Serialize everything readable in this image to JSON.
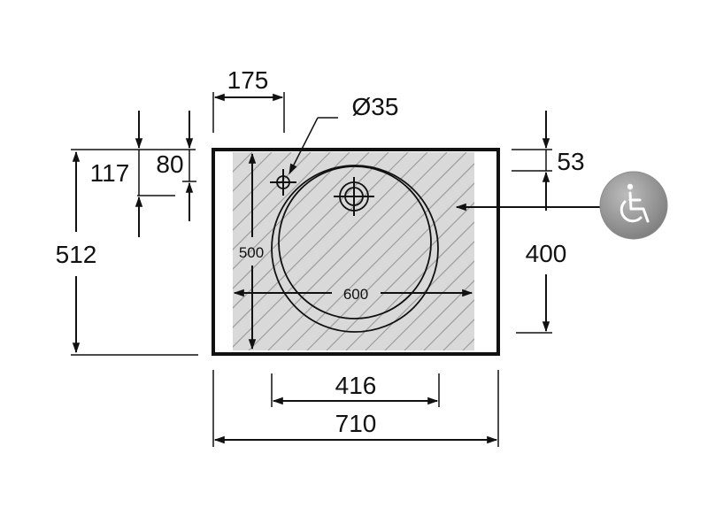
{
  "dimensions": {
    "top_offset": "175",
    "hole_diameter": "Ø35",
    "d117": "117",
    "d80": "80",
    "d512": "512",
    "d500": "500",
    "d600": "600",
    "d53": "53",
    "d400": "400",
    "d416": "416",
    "d710": "710"
  },
  "icons": {
    "accessibility": "wheelchair-icon"
  },
  "colors": {
    "line": "#111111",
    "hatch_fill": "#d9d9d9",
    "hatch_lines": "#9e9e9e",
    "icon_bg": "#9a9a9a"
  }
}
